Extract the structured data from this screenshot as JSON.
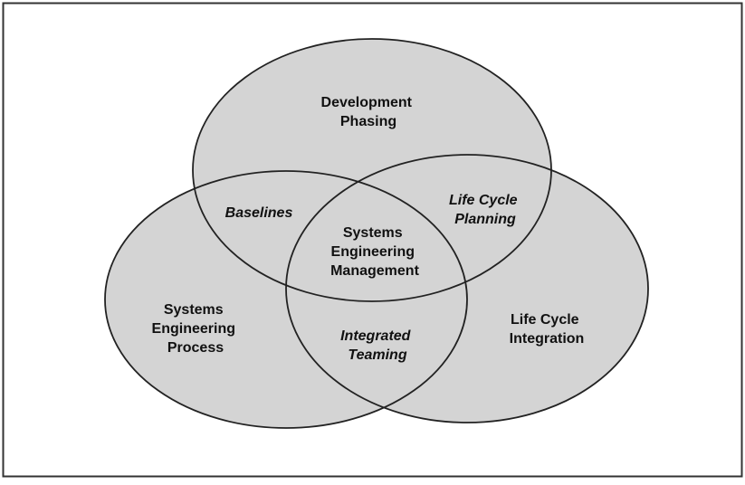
{
  "colors": {
    "background": "#ffffff",
    "ellipse_fill": "#d4d4d4",
    "stroke": "#222222",
    "frame_stroke": "#333333"
  },
  "labels": {
    "development_phasing": [
      "Development",
      "Phasing"
    ],
    "systems_engineering_process": [
      "Systems",
      "Engineering",
      "Process"
    ],
    "life_cycle_integration": [
      "Life Cycle",
      "Integration"
    ],
    "baselines": [
      "Baselines"
    ],
    "life_cycle_planning": [
      "Life Cycle",
      "Planning"
    ],
    "integrated_teaming": [
      "Integrated",
      "Teaming"
    ],
    "systems_engineering_management": [
      "Systems",
      "Engineering",
      "Management"
    ]
  }
}
